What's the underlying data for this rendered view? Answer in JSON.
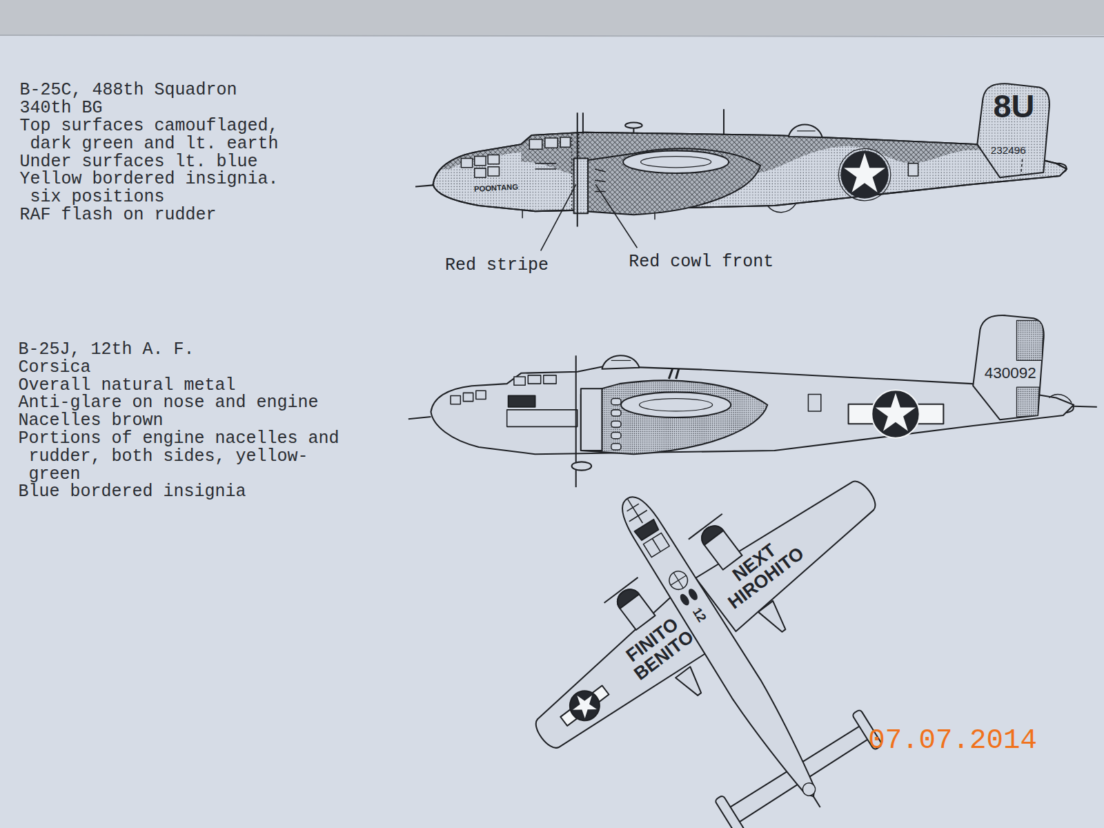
{
  "diagram": {
    "labels": [
      "B-25C, 488th Squadron",
      "340th BG",
      "Top surfaces camouflaged, dark green and lt. earth",
      "Under surfaces lt. blue",
      "Yellow bordered insignia. six positions",
      "RAF flash on rudder",
      "POONTANG",
      "8U",
      "232496",
      "Red stripe",
      "Red cowl front",
      "B-25J, 12th A. F.",
      "Corsica",
      "Overall natural metal",
      "Anti-glare on nose and engine",
      "Nacelles brown",
      "Portions of engine nacelles and rudder, both sides, yellow-green",
      "Blue bordered insignia",
      "430092",
      "NEXT HIROHITO",
      "FINITO BENITO",
      "12",
      "07.07.2014"
    ]
  }
}
